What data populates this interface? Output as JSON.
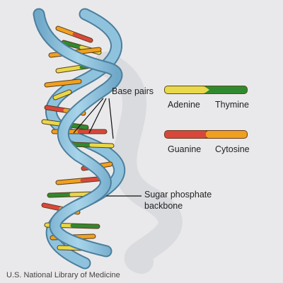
{
  "labels": {
    "base_pairs": "Base pairs",
    "backbone_line1": "Sugar phosphate",
    "backbone_line2": "backbone",
    "credit": "U.S. National Library of Medicine"
  },
  "legend": [
    {
      "left_name": "Adenine",
      "right_name": "Thymine",
      "left_color": "#e8d84a",
      "right_color": "#2f8a2f"
    },
    {
      "left_name": "Guanine",
      "right_name": "Cytosine",
      "left_color": "#d9473c",
      "right_color": "#f0a020"
    }
  ],
  "colors": {
    "background": "#e9e9eb",
    "backbone": "#8fc3dd",
    "backbone_edge": "#4c7f9c",
    "shadow": "#d4d6da",
    "adenine": "#e8d84a",
    "thymine": "#2f8a2f",
    "guanine": "#d9473c",
    "cytosine": "#f0a020"
  }
}
